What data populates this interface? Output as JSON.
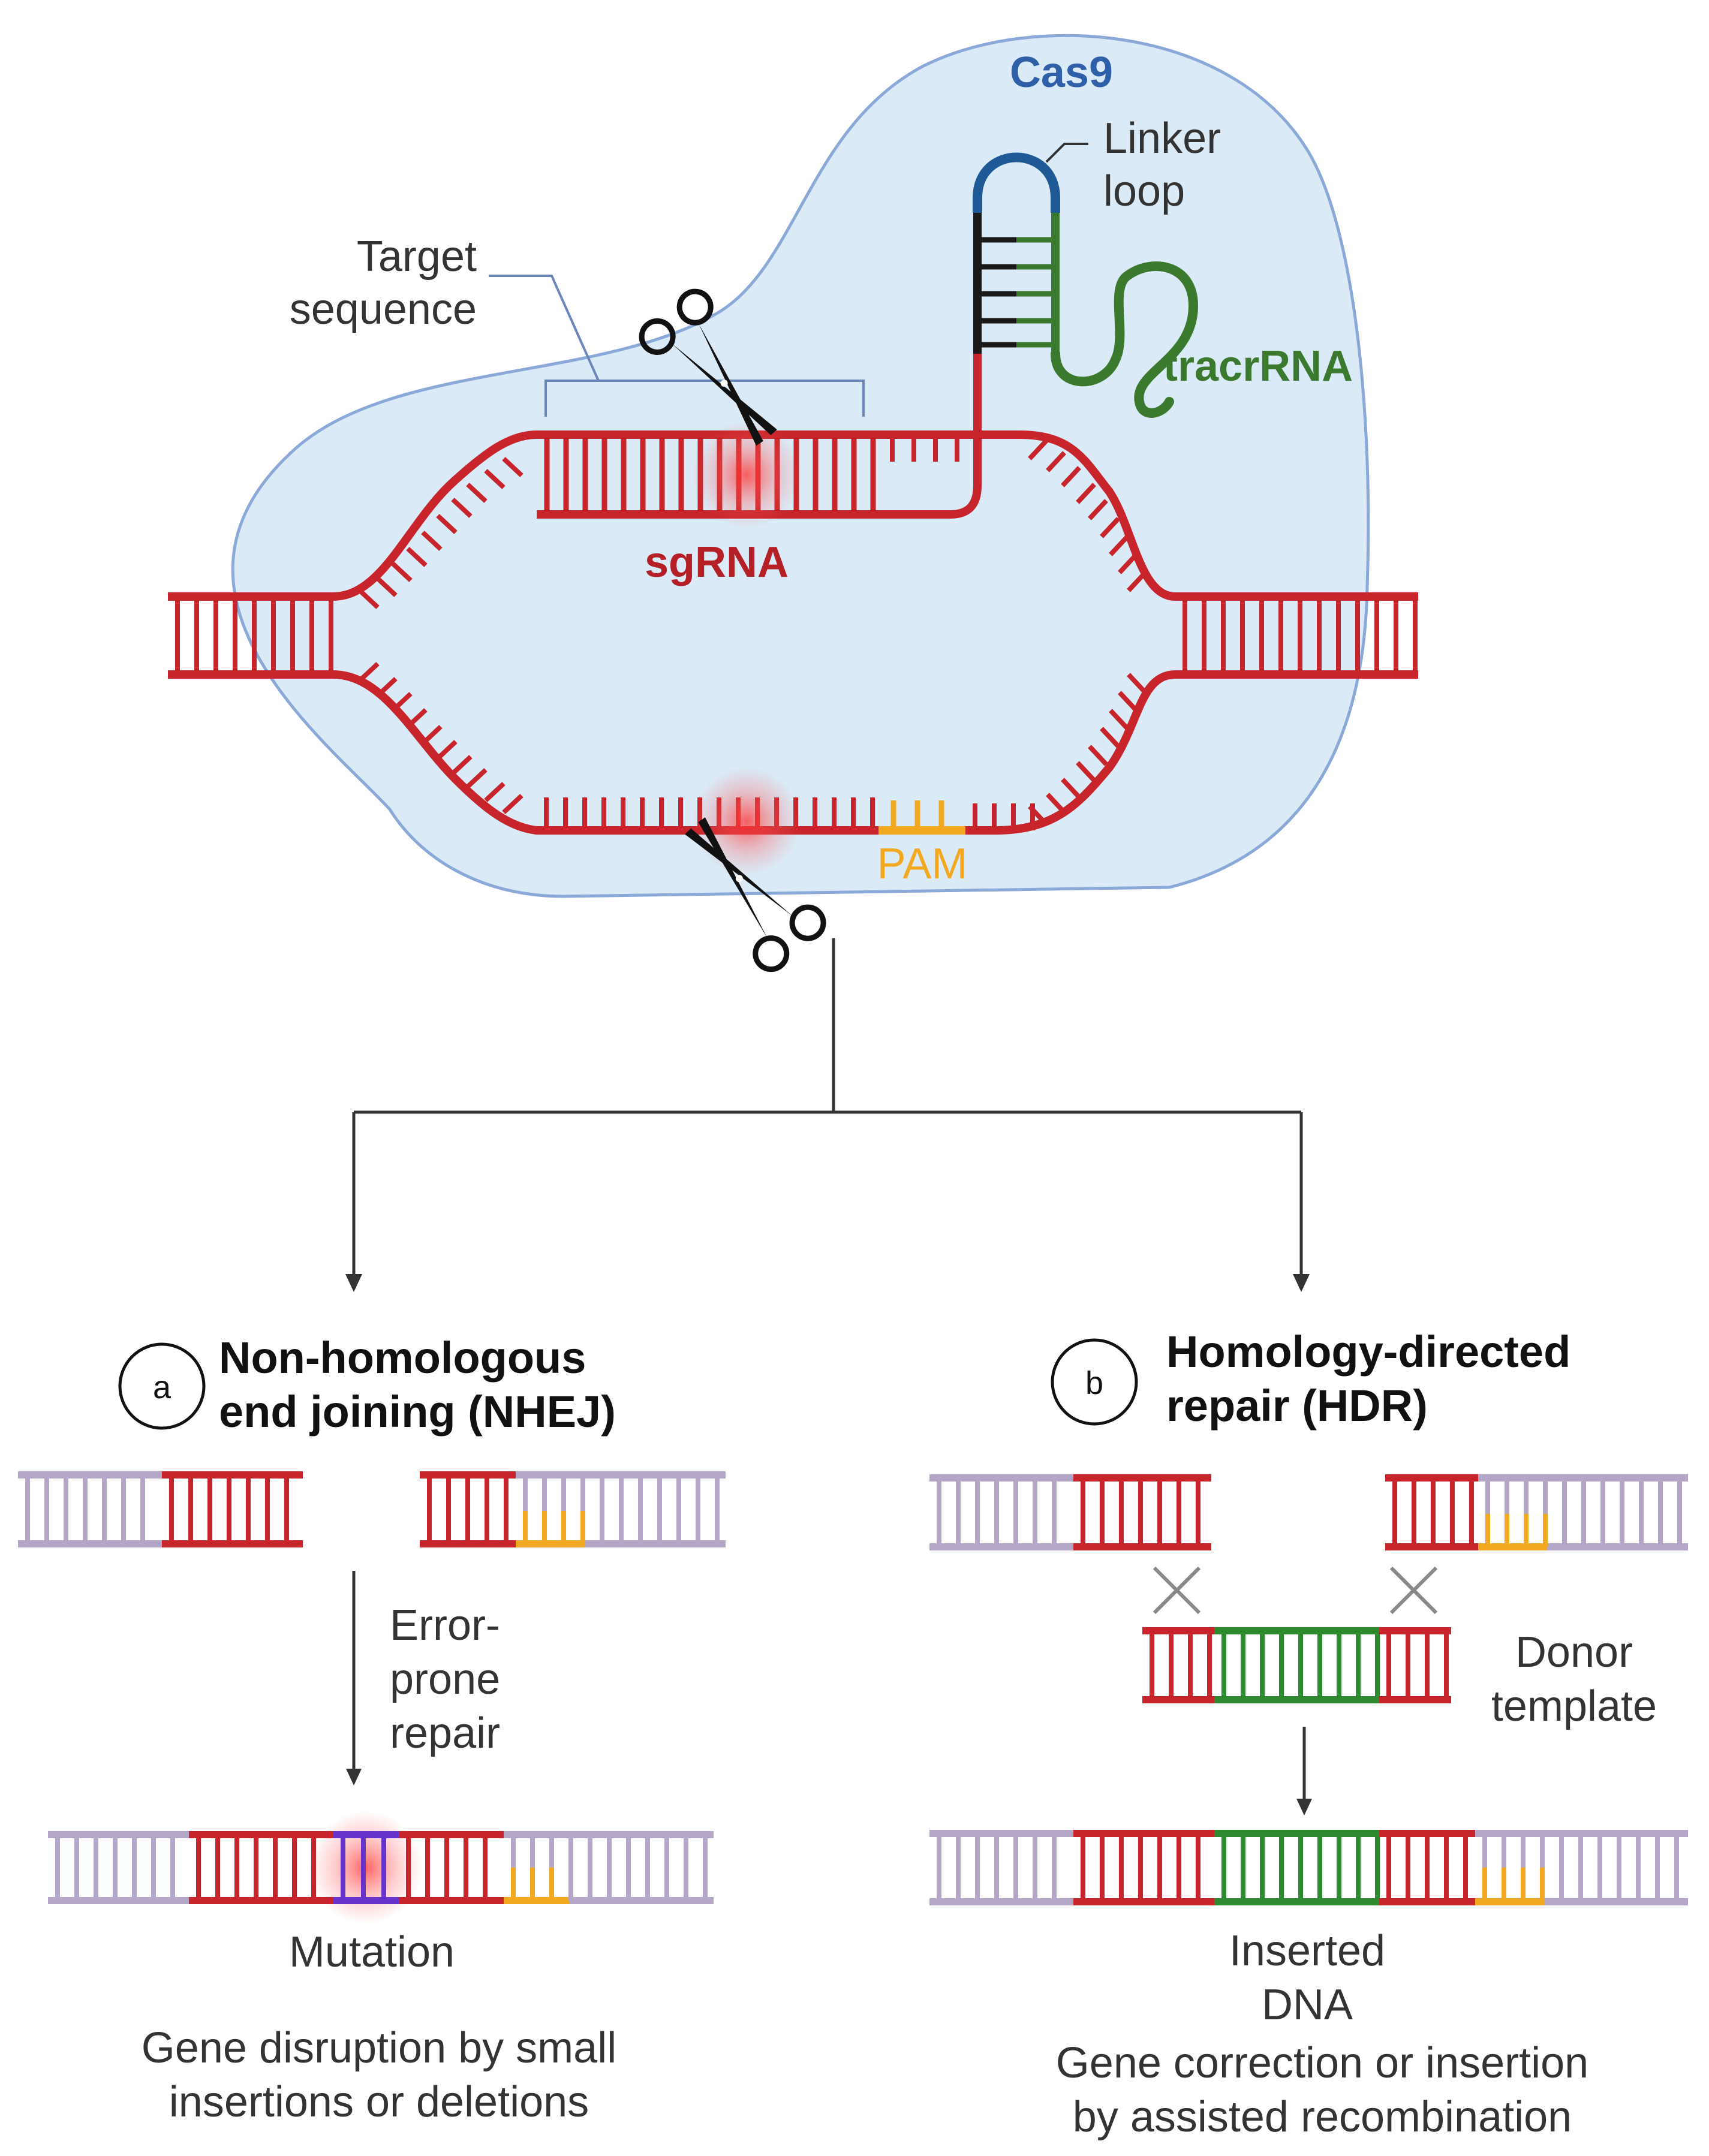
{
  "top": {
    "cas9_label": "Cas9",
    "linker_label": [
      "Linker",
      "loop"
    ],
    "target_label": [
      "Target",
      "sequence"
    ],
    "tracr_label": "tracrRNA",
    "sgrna_label": "sgRNA",
    "pam_label": "PAM"
  },
  "nhej": {
    "marker": "a",
    "title": [
      "Non-homologous",
      "end joining (NHEJ)"
    ],
    "step_label": [
      "Error-",
      "prone",
      "repair"
    ],
    "mutation_label": "Mutation",
    "outcome": [
      "Gene disruption by small",
      "insertions or deletions"
    ]
  },
  "hdr": {
    "marker": "b",
    "title": [
      "Homology-directed",
      "repair (HDR)"
    ],
    "donor_label": [
      "Donor",
      "template"
    ],
    "inserted_label": [
      "Inserted",
      "DNA"
    ],
    "outcome": [
      "Gene correction or insertion",
      "by assisted recombination"
    ]
  },
  "colors": {
    "dna_red": "#c8242b",
    "dna_lavender": "#b3a6c7",
    "pam_orange": "#f2a820",
    "donor_green": "#2e8a2e",
    "tracr_green": "#3b7a2e",
    "loop_blue": "#1f5a96",
    "cas9_fill": "#daeaf6",
    "cas9_stroke": "#8aa8d8",
    "mutation_purple": "#6633cc"
  }
}
